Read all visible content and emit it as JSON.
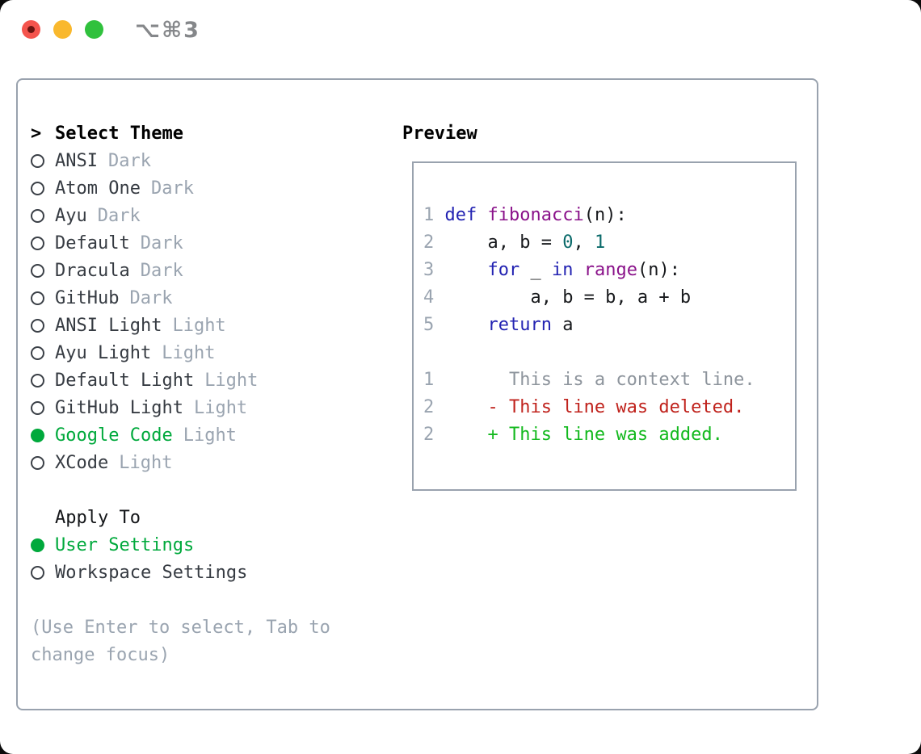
{
  "window": {
    "title": "⌥⌘3"
  },
  "colors": {
    "close_red": "#f4544d",
    "close_dot": "#6b1410",
    "minimize_yellow": "#f9b82d",
    "zoom_green": "#30c13d",
    "accent_green": "#00a93c",
    "keyword_blue": "#2323b2",
    "function_purple": "#8a128a",
    "literal_teal": "#0a6a6a",
    "deleted_red": "#c0231d",
    "added_green": "#13b91e",
    "muted_gray": "#9aa4b0",
    "text_dark": "#363b42",
    "border_gray": "#99a2ae"
  },
  "theme_panel": {
    "header": {
      "marker": ">",
      "label": "Select Theme"
    },
    "themes": [
      {
        "name": "ANSI",
        "variant": "Dark",
        "selected": false
      },
      {
        "name": "Atom One",
        "variant": "Dark",
        "selected": false
      },
      {
        "name": "Ayu",
        "variant": "Dark",
        "selected": false
      },
      {
        "name": "Default",
        "variant": "Dark",
        "selected": false
      },
      {
        "name": "Dracula",
        "variant": "Dark",
        "selected": false
      },
      {
        "name": "GitHub",
        "variant": "Dark",
        "selected": false
      },
      {
        "name": "ANSI Light",
        "variant": "Light",
        "selected": false
      },
      {
        "name": "Ayu Light",
        "variant": "Light",
        "selected": false
      },
      {
        "name": "Default Light",
        "variant": "Light",
        "selected": false
      },
      {
        "name": "GitHub Light",
        "variant": "Light",
        "selected": false
      },
      {
        "name": "Google Code",
        "variant": "Light",
        "selected": true
      },
      {
        "name": "XCode",
        "variant": "Light",
        "selected": false
      }
    ],
    "apply_to": {
      "label": "Apply To",
      "options": [
        {
          "name": "User Settings",
          "selected": true
        },
        {
          "name": "Workspace Settings",
          "selected": false
        }
      ]
    },
    "help_lines": [
      "(Use Enter to select, Tab to",
      "change focus)"
    ]
  },
  "preview": {
    "label": "Preview",
    "code_lines": [
      [
        [
          "ln",
          "1"
        ],
        [
          "pln",
          " "
        ],
        [
          "kw",
          "def"
        ],
        [
          "pln",
          " "
        ],
        [
          "fn",
          "fibonacci"
        ],
        [
          "pln",
          "(n):"
        ]
      ],
      [
        [
          "ln",
          "2"
        ],
        [
          "pln",
          "     a, b = "
        ],
        [
          "lit",
          "0"
        ],
        [
          "pln",
          ", "
        ],
        [
          "lit",
          "1"
        ]
      ],
      [
        [
          "ln",
          "3"
        ],
        [
          "pln",
          "     "
        ],
        [
          "kw",
          "for"
        ],
        [
          "pln",
          " _ "
        ],
        [
          "kw",
          "in"
        ],
        [
          "pln",
          " "
        ],
        [
          "fn",
          "range"
        ],
        [
          "pln",
          "(n):"
        ]
      ],
      [
        [
          "ln",
          "4"
        ],
        [
          "pln",
          "         a, b = b, a + b"
        ]
      ],
      [
        [
          "ln",
          "5"
        ],
        [
          "pln",
          "     "
        ],
        [
          "kw",
          "return"
        ],
        [
          "pln",
          " a"
        ]
      ],
      [],
      [
        [
          "ln",
          "1"
        ],
        [
          "ctx",
          "       This is a context line."
        ]
      ],
      [
        [
          "ln",
          "2"
        ],
        [
          "del",
          "     - This line was deleted."
        ]
      ],
      [
        [
          "ln",
          "2"
        ],
        [
          "add",
          "     + This line was added."
        ]
      ]
    ]
  }
}
